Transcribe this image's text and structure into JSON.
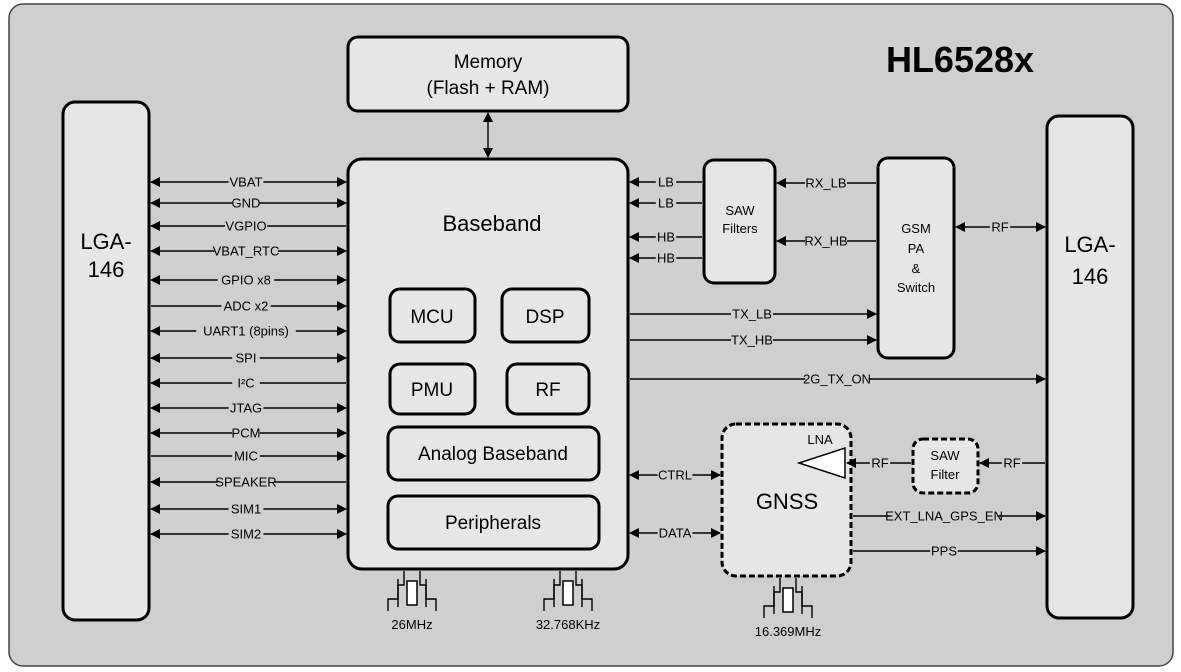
{
  "title": "HL6528x",
  "blocks": {
    "lga_left_l1": "LGA-",
    "lga_left_l2": "146",
    "lga_right_l1": "LGA-",
    "lga_right_l2": "146",
    "memory_l1": "Memory",
    "memory_l2": "(Flash + RAM)",
    "baseband": "Baseband",
    "mcu": "MCU",
    "dsp": "DSP",
    "pmu": "PMU",
    "rf": "RF",
    "analog_baseband": "Analog Baseband",
    "peripherals": "Peripherals",
    "saw_filters_l1": "SAW",
    "saw_filters_l2": "Filters",
    "gsm_l1": "GSM",
    "gsm_l2": "PA",
    "gsm_l3": "&",
    "gsm_l4": "Switch",
    "gnss": "GNSS",
    "lna": "LNA",
    "saw_filter_l1": "SAW",
    "saw_filter_l2": "Filter"
  },
  "left_signals": [
    "VBAT",
    "GND",
    "VGPIO",
    "VBAT_RTC",
    "GPIO x8",
    "ADC x2",
    "UART1 (8pins)",
    "SPI",
    "I²C",
    "JTAG",
    "PCM",
    "MIC",
    "SPEAKER",
    "SIM1",
    "SIM2"
  ],
  "signals": {
    "lb1": "LB",
    "lb2": "LB",
    "hb1": "HB",
    "hb2": "HB",
    "rx_lb": "RX_LB",
    "rx_hb": "RX_HB",
    "rf_gsm": "RF",
    "tx_lb": "TX_LB",
    "tx_hb": "TX_HB",
    "tx_on": "2G_TX_ON",
    "ctrl": "CTRL",
    "data": "DATA",
    "rf_lna": "RF",
    "rf_saw": "RF",
    "ext_lna": "EXT_LNA_GPS_EN",
    "pps": "PPS"
  },
  "crystals": [
    "26MHz",
    "32.768KHz",
    "16.369MHz"
  ]
}
